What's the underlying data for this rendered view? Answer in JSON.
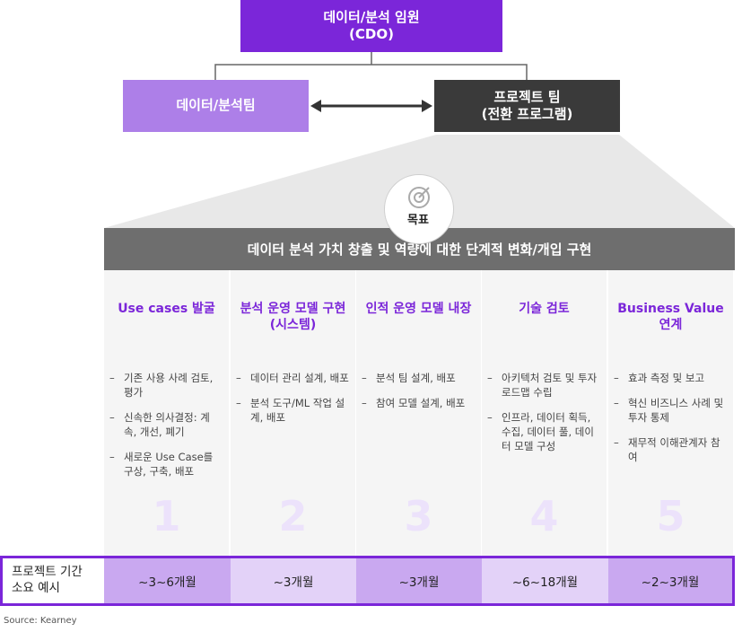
{
  "org": {
    "cdo_line1": "데이터/분석 임원",
    "cdo_line2": "(CDO)",
    "team": "데이터/분석팀",
    "project_line1": "프로젝트 팀",
    "project_line2": "(전환 프로그램)"
  },
  "goal": {
    "label": "목표",
    "statement": "데이터 분석 가치 창출 및 역량에 대한 단계적 변화/개입 구현"
  },
  "stages": [
    {
      "title_line1": "Use cases 발굴",
      "title_line2": "",
      "number": "1",
      "bullets": [
        "기존 사용 사례 검토, 평가",
        "신속한 의사결정: 계속, 개선, 폐기",
        "새로운 Use Case를 구상, 구축, 배포"
      ],
      "duration": "~3~6개월"
    },
    {
      "title_line1": "분석 운영 모델 구현",
      "title_line2": "(시스템)",
      "number": "2",
      "bullets": [
        "데이터 관리 설계, 배포",
        "분석 도구/ML 작업 설계, 배포"
      ],
      "duration": "~3개월"
    },
    {
      "title_line1": "인적 운영 모델 내장",
      "title_line2": "",
      "number": "3",
      "bullets": [
        "분석 팀 설계, 배포",
        "참여 모델 설계, 배포"
      ],
      "duration": "~3개월"
    },
    {
      "title_line1": "기술 검토",
      "title_line2": "",
      "number": "4",
      "bullets": [
        "아키텍처 검토 및 투자 로드맵 수립",
        "인프라, 데이터 획득, 수집, 데이터 풀, 데이터 모델 구성"
      ],
      "duration": "~6~18개월"
    },
    {
      "title_line1": "Business Value",
      "title_line2": "연계",
      "number": "5",
      "bullets": [
        "효과 측정 및 보고",
        "혁신 비즈니스 사례 및 투자 통제",
        "재무적 이해관계자 참여"
      ],
      "duration": "~2~3개월"
    }
  ],
  "timeline": {
    "label_line1": "프로젝트 기간",
    "label_line2": "소요 예시"
  },
  "source": "Source: Kearney",
  "colors": {
    "primary": "#7b26d9",
    "light_purple": "#ad7fe8",
    "dark": "#3a3a3a",
    "grey_bar": "#6e6e6e",
    "cell_dark": "#c9a8f0",
    "cell_light": "#e3d2f8",
    "number": "#ece2fb"
  }
}
